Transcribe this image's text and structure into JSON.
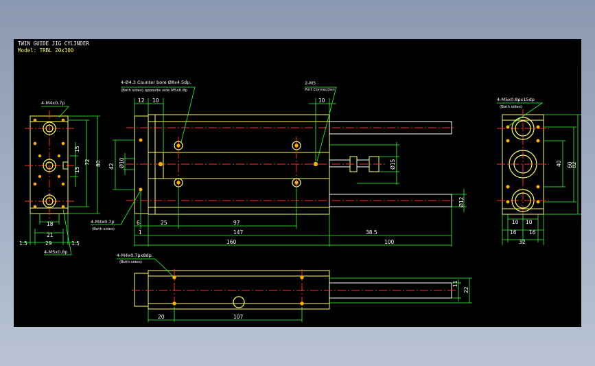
{
  "title": "TWIN GUIDE JIG CYLINDER",
  "model": "Model: TRBL 20x100",
  "colors": {
    "background": "#000000",
    "outline": "#ffff66",
    "dimension": "#33ff33",
    "centerline": "#ff2b2b",
    "text": "#ffffff",
    "window_bg": "#8a99b1"
  },
  "callouts": {
    "front_thread": "4-M4x0.7p",
    "front_bottom_thread": "4-M5x0.8p",
    "top_counterbore": "4-Ø4.3 Counter bore Ø8x4.5dp.",
    "top_counterbore_note": "(Both sides),opposite side M5x0.8p",
    "port": "2-M5",
    "port_note": "Port Connection",
    "side_thread": "4-M4x0.7p",
    "side_thread_note": "(Both sides)",
    "right_thread": "4-M5x0.8px15dp",
    "right_thread_note": "(Both sides)",
    "bottom_thread": "4-M4x0.7px8dp.",
    "bottom_thread_note": "(Both sides)"
  },
  "dims": {
    "front": {
      "w18": "18",
      "w21": "21",
      "w29": "29",
      "w15a": "1.5",
      "w15b": "1.5",
      "h15a": "15",
      "h15b": "15",
      "h72": "72",
      "h80": "80"
    },
    "top": {
      "d12": "12",
      "d10a": "10",
      "d10b": "10",
      "d42": "42",
      "phi10": "Ø10",
      "phi15": "Ø15",
      "phi12": "Ø12",
      "d6": "6",
      "d1": "1",
      "d25": "25",
      "d97": "97",
      "d147": "147",
      "d385": "38.5",
      "d160": "160",
      "d100": "100"
    },
    "right": {
      "d40": "40",
      "d60": "60",
      "d82": "82",
      "d10a": "10",
      "d10b": "10",
      "d16a": "16",
      "d16b": "16",
      "d32": "32"
    },
    "bottom": {
      "d20": "20",
      "d107": "107",
      "d11": "11",
      "d22": "22"
    }
  }
}
